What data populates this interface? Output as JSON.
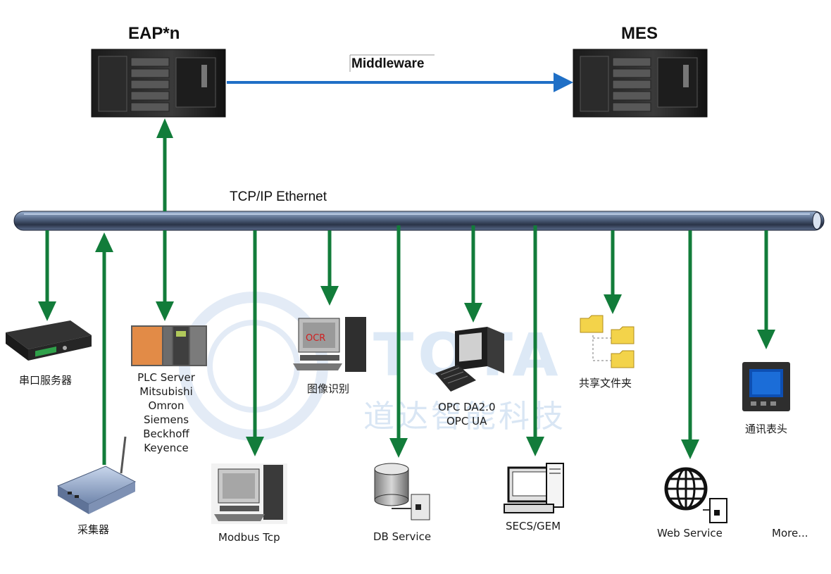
{
  "diagram": {
    "eap_title": "EAP*n",
    "mes_title": "MES",
    "middleware_label": "Middleware",
    "bus_label": "TCP/IP Ethernet",
    "watermark_latin": "TOTA",
    "watermark_chinese": "道达智能科技",
    "devices": {
      "serial_server": "串口服务器",
      "collector": "采集器",
      "plc_lines": [
        "PLC Server",
        "Mitsubishi",
        "Omron",
        "Siemens",
        "Beckhoff",
        "Keyence"
      ],
      "modbus": "Modbus Tcp",
      "image_recognition": "图像识别",
      "ocr_screen_text": "OCR",
      "db_service": "DB Service",
      "opc_line1": "OPC DA2.0",
      "opc_line2": "OPC UA",
      "secs_gem": "SECS/GEM",
      "shared_folder": "共享文件夹",
      "web_service": "Web Service",
      "comm_meter": "通讯表头",
      "more": "More..."
    }
  }
}
